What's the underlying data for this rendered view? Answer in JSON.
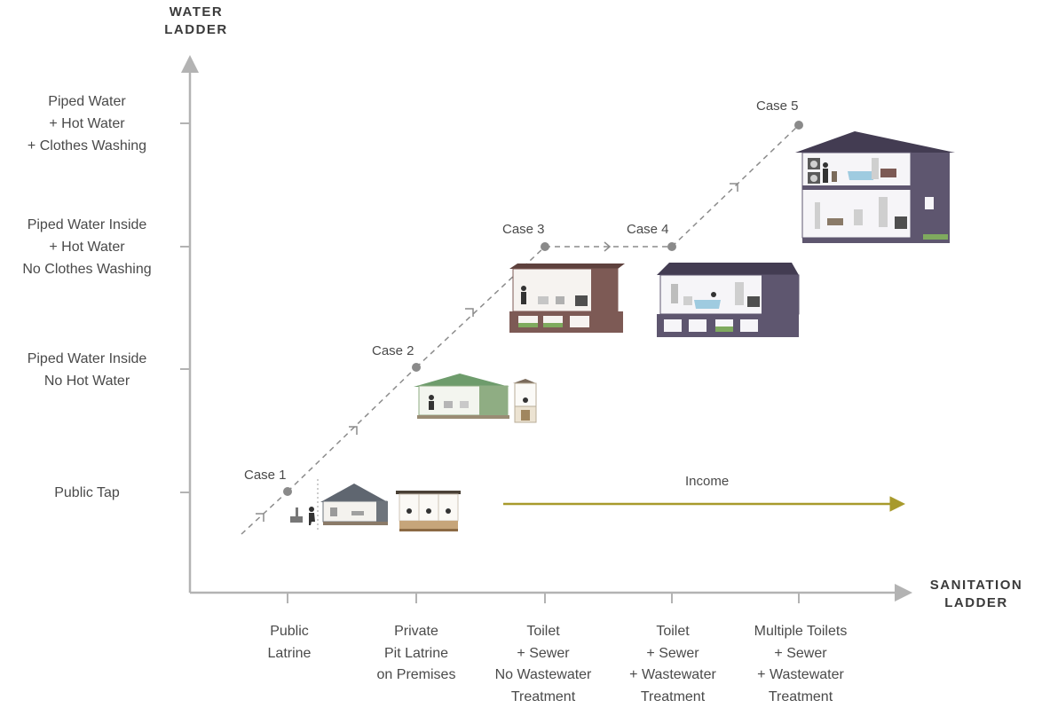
{
  "y_axis": {
    "title": "WATER\nLADDER",
    "levels": [
      "Public Tap",
      "Piped Water Inside\nNo Hot Water",
      "Piped Water Inside\n+ Hot Water\nNo Clothes Washing",
      "Piped Water\n+ Hot Water\n+ Clothes Washing"
    ]
  },
  "x_axis": {
    "title": "SANITATION\nLADDER",
    "levels": [
      "Public\nLatrine",
      "Private\nPit Latrine\non Premises",
      "Toilet\n+ Sewer\nNo Wastewater\nTreatment",
      "Toilet\n+ Sewer\n+ Wastewater\nTreatment",
      "Multiple Toilets\n+ Sewer\n+ Wastewater\nTreatment"
    ]
  },
  "cases": [
    {
      "label": "Case 1",
      "sanitation_level": 1,
      "water_level": 1
    },
    {
      "label": "Case 2",
      "sanitation_level": 2,
      "water_level": 2
    },
    {
      "label": "Case 3",
      "sanitation_level": 3,
      "water_level": 3
    },
    {
      "label": "Case 4",
      "sanitation_level": 4,
      "water_level": 3
    },
    {
      "label": "Case 5",
      "sanitation_level": 5,
      "water_level": 4
    }
  ],
  "income": {
    "label": "Income"
  },
  "colors": {
    "axis": "#b3b3b3",
    "path": "#8c8c8c",
    "dot": "#8a8a8a",
    "income_arrow": "#a89a2c",
    "house_gray": "#6e747c",
    "house_green": "#8fad83",
    "house_brown": "#7d5a55",
    "house_purple": "#5e566f"
  }
}
